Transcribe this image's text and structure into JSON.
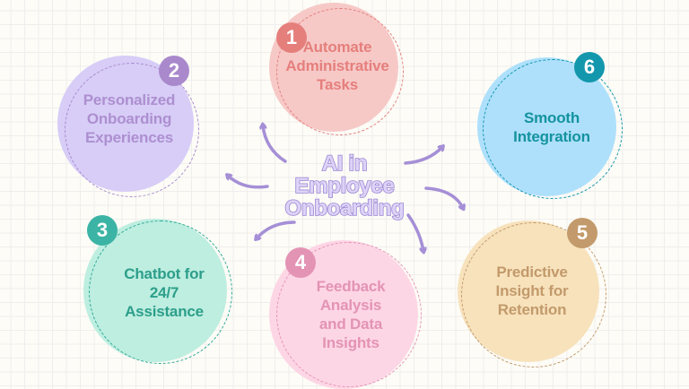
{
  "title": "AI in\nEmployee\nOnboarding",
  "colors": {
    "arrow": "#a58fd6",
    "grid": "#efeeec",
    "background": "#fdfcf7"
  },
  "nodes": [
    {
      "number": "1",
      "label": "Automate\nAdministrative\nTasks",
      "fill": "#f6c9c7",
      "accent": "#e57f7c"
    },
    {
      "number": "2",
      "label": "Personalized\nOnboarding\nExperiences",
      "fill": "#d7cdf7",
      "accent": "#a989cc"
    },
    {
      "number": "3",
      "label": "Chatbot for\n24/7\nAssistance",
      "fill": "#bdeee0",
      "accent": "#2fa896"
    },
    {
      "number": "4",
      "label": "Feedback\nAnalysis\nand Data\nInsights",
      "fill": "#fdd6e5",
      "accent": "#e393b4"
    },
    {
      "number": "5",
      "label": "Predictive\nInsight for\nRetention",
      "fill": "#f7e2bc",
      "accent": "#c39a6b"
    },
    {
      "number": "6",
      "label": "Smooth\nIntegration",
      "fill": "#aee0fb",
      "accent": "#1397ad"
    }
  ]
}
